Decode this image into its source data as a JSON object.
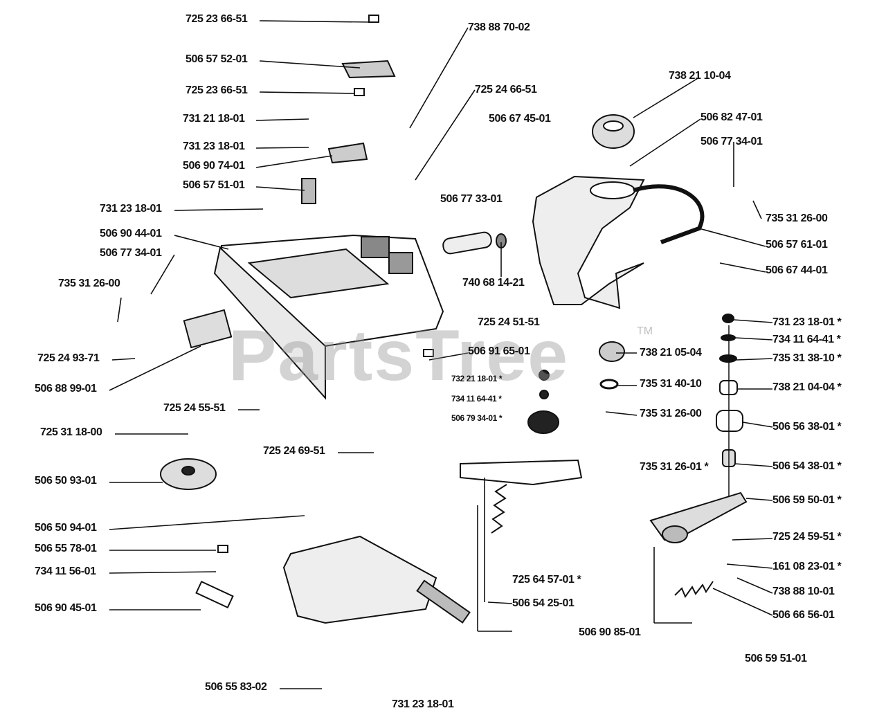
{
  "watermark": {
    "text": "PartsTree",
    "trademark": "TM",
    "color": "#9a9a9a"
  },
  "labels": [
    {
      "text": "725 23 66-51"
    },
    {
      "text": "506 57 52-01"
    },
    {
      "text": "725 23 66-51"
    },
    {
      "text": "731 21 18-01"
    },
    {
      "text": "731 23 18-01"
    },
    {
      "text": "506 90 74-01"
    },
    {
      "text": "506 57 51-01"
    },
    {
      "text": "731 23 18-01"
    },
    {
      "text": "506 90 44-01"
    },
    {
      "text": "506 77 34-01"
    },
    {
      "text": "735 31 26-00"
    },
    {
      "text": "725 24 93-71"
    },
    {
      "text": "506 88 99-01"
    },
    {
      "text": "725 24 55-51"
    },
    {
      "text": "725 31 18-00"
    },
    {
      "text": "725 24 69-51"
    },
    {
      "text": "506 50 93-01"
    },
    {
      "text": "506 50 94-01"
    },
    {
      "text": "506 55 78-01"
    },
    {
      "text": "734 11 56-01"
    },
    {
      "text": "506 90 45-01"
    },
    {
      "text": "506 55 83-02"
    },
    {
      "text": "731 23 18-01"
    },
    {
      "text": "738 88 70-02"
    },
    {
      "text": "725 24 66-51"
    },
    {
      "text": "506 67 45-01"
    },
    {
      "text": "506 77 33-01"
    },
    {
      "text": "740 68 14-21"
    },
    {
      "text": "725 24 51-51"
    },
    {
      "text": "506 91 65-01"
    },
    {
      "text": "732 21 18-01  *"
    },
    {
      "text": "734 11 64-41  *"
    },
    {
      "text": "506 79 34-01  *"
    },
    {
      "text": "725 64 57-01  *"
    },
    {
      "text": "506 54 25-01"
    },
    {
      "text": "506 90 85-01"
    },
    {
      "text": "738 21 10-04"
    },
    {
      "text": "506 82 47-01"
    },
    {
      "text": "506 77 34-01"
    },
    {
      "text": "735 31 26-00"
    },
    {
      "text": "506 57 61-01"
    },
    {
      "text": "506 67 44-01"
    },
    {
      "text": "731 23 18-01  *"
    },
    {
      "text": "734 11 64-41  *"
    },
    {
      "text": "738 21 05-04"
    },
    {
      "text": "735 31 38-10  *"
    },
    {
      "text": "735 31 40-10"
    },
    {
      "text": "738 21 04-04  *"
    },
    {
      "text": "735 31 26-00"
    },
    {
      "text": "506 56 38-01  *"
    },
    {
      "text": "735 31 26-01  *"
    },
    {
      "text": "506 54 38-01  *"
    },
    {
      "text": "506 59 50-01  *"
    },
    {
      "text": "725 24 59-51  *"
    },
    {
      "text": "161 08 23-01  *"
    },
    {
      "text": "738 88 10-01"
    },
    {
      "text": "506 66 56-01"
    },
    {
      "text": "506 59 51-01"
    }
  ]
}
